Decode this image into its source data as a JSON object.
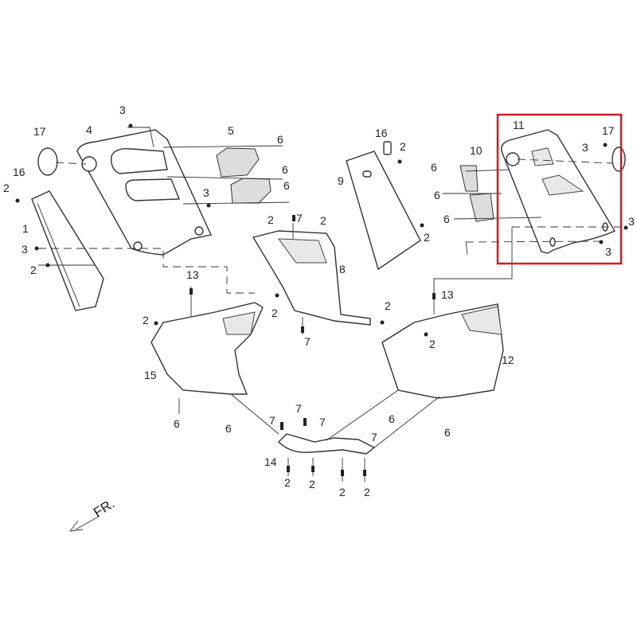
{
  "diagram": {
    "title": "Body panels exploded view",
    "highlight_color": "#cc1f24",
    "highlighted_part": "11",
    "direction_label": "FR.",
    "labels": [
      "17",
      "4",
      "3",
      "5",
      "6",
      "6",
      "6",
      "3",
      "16",
      "2",
      "1",
      "3",
      "2",
      "16",
      "2",
      "9",
      "2",
      "7",
      "2",
      "2",
      "8",
      "7",
      "2",
      "2",
      "11",
      "17",
      "3",
      "10",
      "6",
      "6",
      "6",
      "3",
      "3",
      "13",
      "2",
      "15",
      "6",
      "6",
      "13",
      "2",
      "12",
      "6",
      "6",
      "7",
      "7",
      "7",
      "14",
      "2",
      "2",
      "2",
      "2",
      "7"
    ]
  }
}
